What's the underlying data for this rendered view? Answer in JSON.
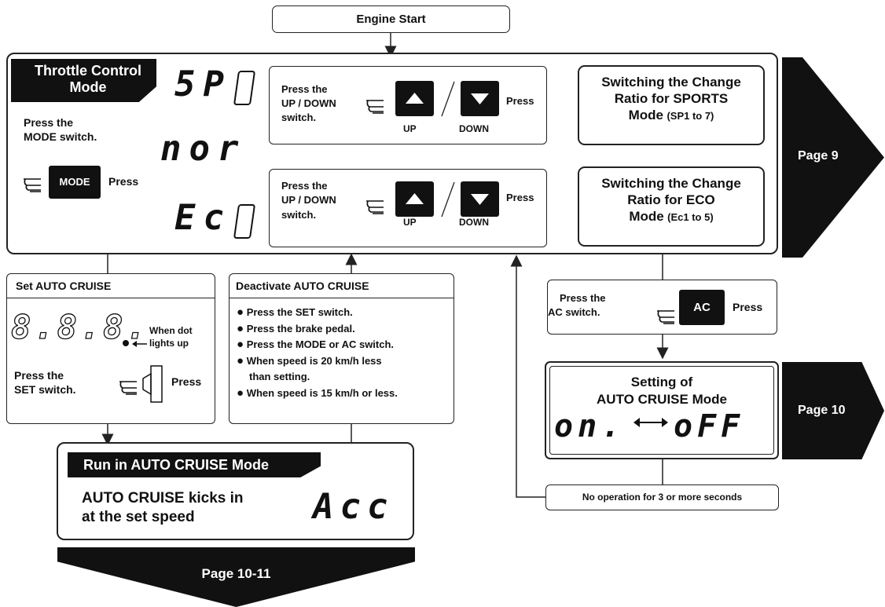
{
  "engine_start": "Engine Start",
  "throttle": {
    "header": "Throttle Control Mode",
    "press_mode_line1": "Press the",
    "press_mode_line2": "MODE switch.",
    "mode_button": "MODE",
    "press": "Press",
    "seg_sp": "5P",
    "seg_nor": "nor",
    "seg_ec": "Ec"
  },
  "updown": {
    "line1": "Press the",
    "line2": "UP / DOWN",
    "line3": "switch.",
    "up": "UP",
    "down": "DOWN",
    "press": "Press"
  },
  "sports_ratio": {
    "line1": "Switching the Change",
    "line2": "Ratio for SPORTS",
    "line3": "Mode",
    "range": "(SP1 to 7)"
  },
  "eco_ratio": {
    "line1": "Switching the Change",
    "line2": "Ratio for ECO",
    "line3": "Mode",
    "range": "(Ec1 to 5)"
  },
  "page9": "Page 9",
  "set_cruise": {
    "title": "Set AUTO CRUISE",
    "seg": "8.8.8.",
    "dot_label_1": "When dot",
    "dot_label_2": "lights up",
    "press_line1": "Press the",
    "press_line2": "SET switch.",
    "press": "Press"
  },
  "deactivate": {
    "title": "Deactivate AUTO CRUISE",
    "items": [
      "Press the SET switch.",
      "Press the brake pedal.",
      "Press the MODE or AC switch.",
      "When speed is 20 km/h less",
      "When speed is 15 km/h or less."
    ],
    "item4_cont": "than setting."
  },
  "ac": {
    "line1": "Press the",
    "line2": "AC switch.",
    "button": "AC",
    "press": "Press"
  },
  "setting_mode": {
    "line1": "Setting of",
    "line2": "AUTO CRUISE Mode",
    "seg_on": "on.",
    "seg_off": "oFF"
  },
  "page10": "Page 10",
  "no_operation": "No operation for 3 or more seconds",
  "run": {
    "header": "Run in AUTO CRUISE Mode",
    "line1": "AUTO CRUISE kicks in",
    "line2": "at the set speed",
    "seg": "Acc"
  },
  "page10_11": "Page 10-11"
}
